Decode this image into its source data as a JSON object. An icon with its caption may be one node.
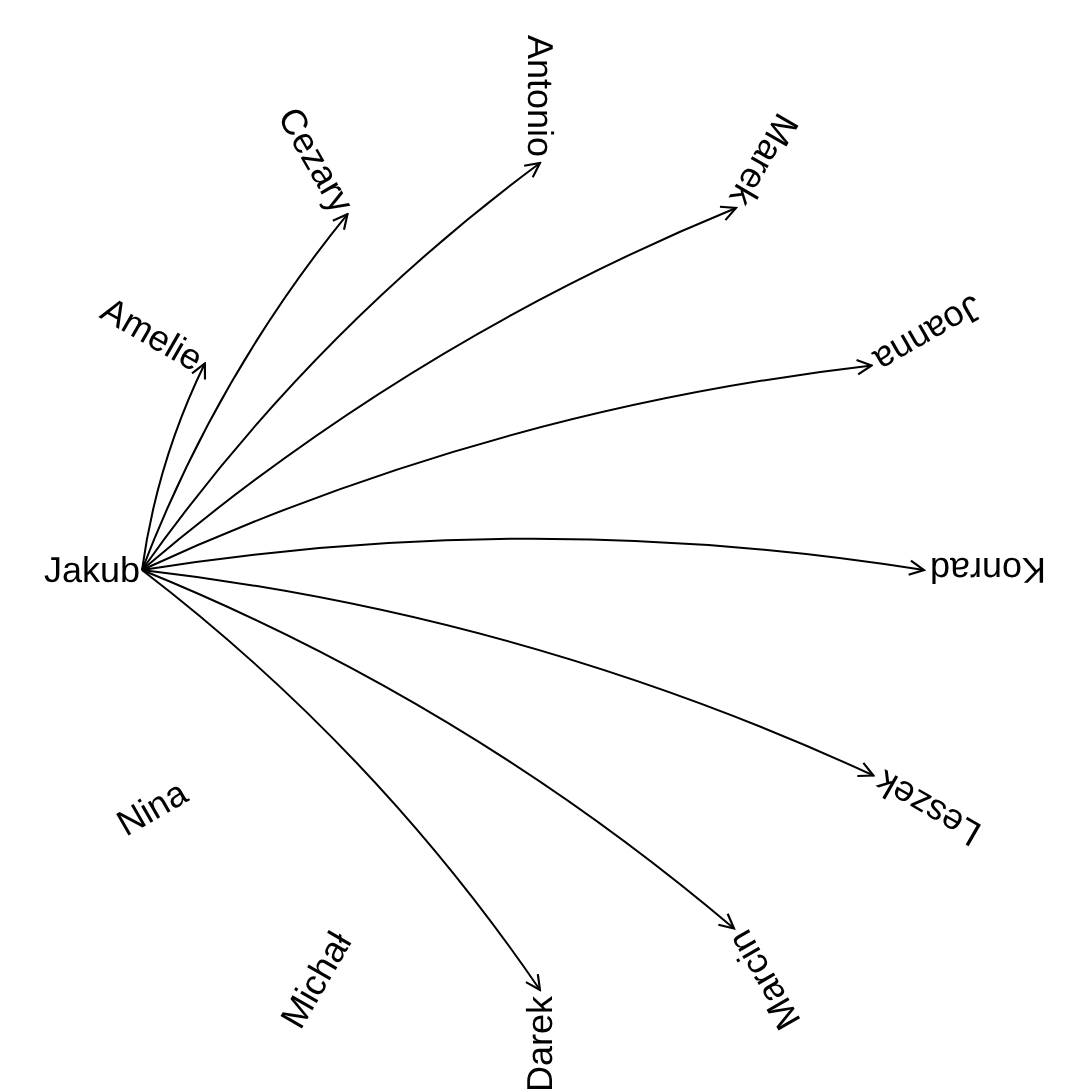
{
  "diagram": {
    "nodes": [
      {
        "text": [
          "Jakub"
        ]
      },
      {
        "text": [
          "Amelie"
        ]
      },
      {
        "text": [
          "Cezary"
        ]
      },
      {
        "text": [
          "Antonio"
        ]
      },
      {
        "text": [
          "Marek"
        ]
      },
      {
        "text": [
          "Joanna"
        ]
      },
      {
        "text": [
          "Konrad"
        ]
      },
      {
        "text": [
          "Leszek"
        ]
      },
      {
        "text": [
          "Marcin"
        ]
      },
      {
        "text": [
          "Darek"
        ]
      },
      {
        "text": [
          "Michał"
        ]
      },
      {
        "text": [
          "Nina"
        ]
      }
    ],
    "edges": [
      {
        "from": 0,
        "to": 1,
        "arrow": "to"
      },
      {
        "from": 0,
        "to": 2,
        "arrow": "to"
      },
      {
        "from": 0,
        "to": 3,
        "arrow": "to"
      },
      {
        "from": 0,
        "to": 4,
        "arrow": "to"
      },
      {
        "from": 0,
        "to": 5,
        "arrow": "to"
      },
      {
        "from": 0,
        "to": 6,
        "arrow": "to"
      },
      {
        "from": 0,
        "to": 7,
        "arrow": "to"
      },
      {
        "from": 0,
        "to": 8,
        "arrow": "to"
      },
      {
        "from": 0,
        "to": 9,
        "arrow": "to"
      }
    ]
  }
}
